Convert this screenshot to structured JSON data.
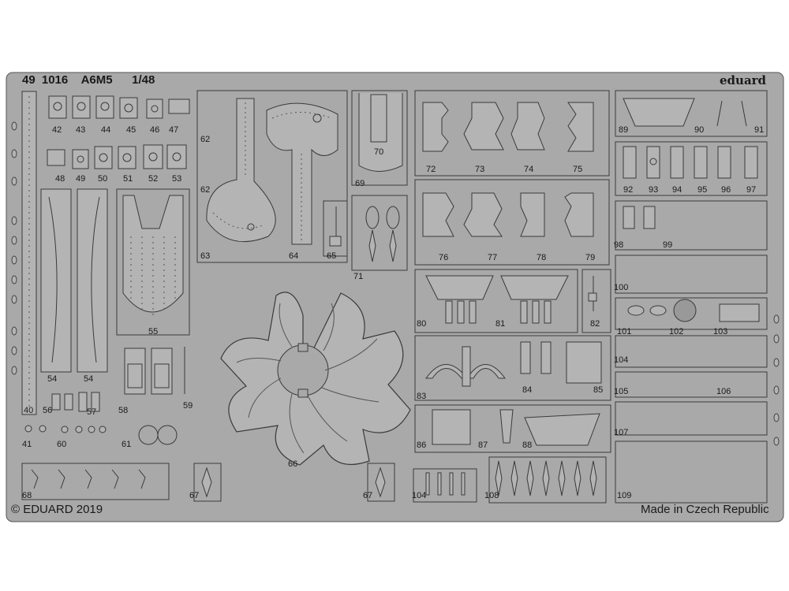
{
  "header": {
    "set_number": "49 1016",
    "model": "A6M5",
    "scale": "1/48",
    "brand": "eduard"
  },
  "footer": {
    "copyright": "© EDUARD 2019",
    "origin": "Made in Czech Republic"
  },
  "colors": {
    "fret": "#a9a9a9",
    "part": "#b4b4b4",
    "outline": "#3a3a3a",
    "background": "#ffffff"
  },
  "parts": [
    {
      "id": "40",
      "label": "40"
    },
    {
      "id": "41",
      "label": "41"
    },
    {
      "id": "42",
      "label": "42"
    },
    {
      "id": "43",
      "label": "43"
    },
    {
      "id": "44",
      "label": "44"
    },
    {
      "id": "45",
      "label": "45"
    },
    {
      "id": "46",
      "label": "46"
    },
    {
      "id": "47",
      "label": "47"
    },
    {
      "id": "48",
      "label": "48"
    },
    {
      "id": "49",
      "label": "49"
    },
    {
      "id": "50",
      "label": "50"
    },
    {
      "id": "51",
      "label": "51"
    },
    {
      "id": "52",
      "label": "52"
    },
    {
      "id": "53",
      "label": "53"
    },
    {
      "id": "54a",
      "label": "54"
    },
    {
      "id": "54b",
      "label": "54"
    },
    {
      "id": "55",
      "label": "55"
    },
    {
      "id": "56",
      "label": "56"
    },
    {
      "id": "57",
      "label": "57"
    },
    {
      "id": "58",
      "label": "58"
    },
    {
      "id": "59",
      "label": "59"
    },
    {
      "id": "60",
      "label": "60"
    },
    {
      "id": "61",
      "label": "61"
    },
    {
      "id": "62a",
      "label": "62"
    },
    {
      "id": "62b",
      "label": "62"
    },
    {
      "id": "63",
      "label": "63"
    },
    {
      "id": "64",
      "label": "64"
    },
    {
      "id": "65",
      "label": "65"
    },
    {
      "id": "66",
      "label": "66"
    },
    {
      "id": "67a",
      "label": "67"
    },
    {
      "id": "67b",
      "label": "67"
    },
    {
      "id": "68",
      "label": "68"
    },
    {
      "id": "69",
      "label": "69"
    },
    {
      "id": "70",
      "label": "70"
    },
    {
      "id": "71",
      "label": "71"
    },
    {
      "id": "72",
      "label": "72"
    },
    {
      "id": "73",
      "label": "73"
    },
    {
      "id": "74",
      "label": "74"
    },
    {
      "id": "75",
      "label": "75"
    },
    {
      "id": "76",
      "label": "76"
    },
    {
      "id": "77",
      "label": "77"
    },
    {
      "id": "78",
      "label": "78"
    },
    {
      "id": "79",
      "label": "79"
    },
    {
      "id": "80",
      "label": "80"
    },
    {
      "id": "81",
      "label": "81"
    },
    {
      "id": "82",
      "label": "82"
    },
    {
      "id": "83",
      "label": "83"
    },
    {
      "id": "84",
      "label": "84"
    },
    {
      "id": "85",
      "label": "85"
    },
    {
      "id": "86",
      "label": "86"
    },
    {
      "id": "87",
      "label": "87"
    },
    {
      "id": "88",
      "label": "88"
    },
    {
      "id": "89",
      "label": "89"
    },
    {
      "id": "90",
      "label": "90"
    },
    {
      "id": "91",
      "label": "91"
    },
    {
      "id": "92",
      "label": "92"
    },
    {
      "id": "93",
      "label": "93"
    },
    {
      "id": "94",
      "label": "94"
    },
    {
      "id": "95",
      "label": "95"
    },
    {
      "id": "96",
      "label": "96"
    },
    {
      "id": "97",
      "label": "97"
    },
    {
      "id": "98",
      "label": "98"
    },
    {
      "id": "99",
      "label": "99"
    },
    {
      "id": "100",
      "label": "100"
    },
    {
      "id": "101",
      "label": "101"
    },
    {
      "id": "102",
      "label": "102"
    },
    {
      "id": "103",
      "label": "103"
    },
    {
      "id": "104a",
      "label": "104"
    },
    {
      "id": "104b",
      "label": "104"
    },
    {
      "id": "105",
      "label": "105"
    },
    {
      "id": "106",
      "label": "106"
    },
    {
      "id": "107",
      "label": "107"
    },
    {
      "id": "108",
      "label": "108"
    },
    {
      "id": "109",
      "label": "109"
    }
  ]
}
